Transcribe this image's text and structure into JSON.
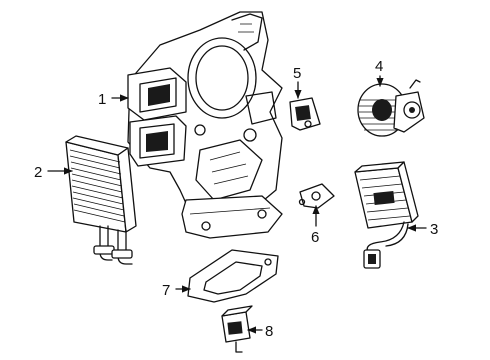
{
  "callouts": [
    {
      "num": "1",
      "part": "hvac-housing"
    },
    {
      "num": "2",
      "part": "heater-core"
    },
    {
      "num": "3",
      "part": "evaporator-core"
    },
    {
      "num": "4",
      "part": "blower-motor"
    },
    {
      "num": "5",
      "part": "mode-door-actuator"
    },
    {
      "num": "6",
      "part": "blend-door-actuator"
    },
    {
      "num": "7",
      "part": "housing-seal"
    },
    {
      "num": "8",
      "part": "blower-resistor"
    }
  ]
}
